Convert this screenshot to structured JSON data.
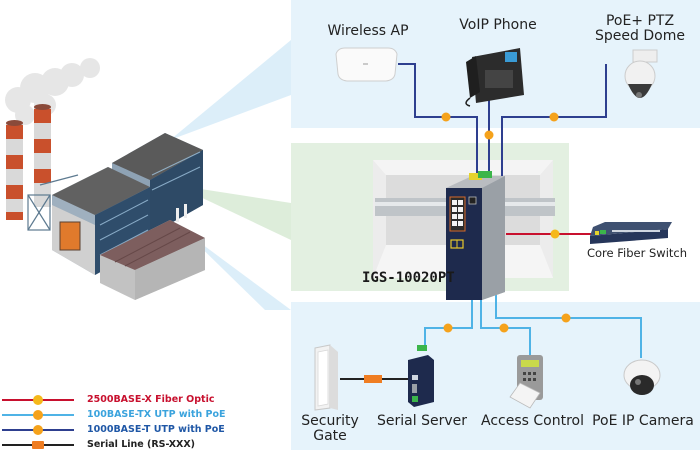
{
  "diagram": {
    "title": "IGS-10020PT industrial PoE switch application diagram",
    "switch_model": "IGS-10020PT",
    "top_devices": [
      {
        "id": "wireless-ap",
        "label": "Wireless AP",
        "link": "1000BASE-T UTP with PoE",
        "badge": "PoE"
      },
      {
        "id": "voip-phone",
        "label": "VoIP Phone",
        "link": "1000BASE-T UTP with PoE",
        "badge": "PoE"
      },
      {
        "id": "ptz-speed-dome",
        "label_line1": "PoE+ PTZ",
        "label_line2": "Speed Dome",
        "link": "1000BASE-T UTP with PoE",
        "badge": "PoE"
      }
    ],
    "uplink": {
      "id": "core-fiber-switch",
      "label": "Core Fiber Switch",
      "link": "2500BASE-X Fiber Optic",
      "badge": "2500"
    },
    "bottom_devices": [
      {
        "id": "security-gate",
        "label_line1": "Security",
        "label_line2": "Gate",
        "link": "Serial Line (RS-XXX)",
        "badge": "IOIOI"
      },
      {
        "id": "serial-server",
        "label": "Serial Server",
        "link": "100BASE-TX UTP with PoE",
        "badge": "PoE"
      },
      {
        "id": "access-control",
        "label": "Access Control",
        "link": "100BASE-TX UTP with PoE",
        "badge": "PoE"
      },
      {
        "id": "poe-ip-camera",
        "label": "PoE IP Camera",
        "link": "100BASE-TX UTP with PoE",
        "badge": "PoE"
      }
    ],
    "site": "Factory / industrial plant"
  },
  "legend": [
    {
      "label": "2500BASE-X Fiber Optic",
      "line_color": "#c8102e",
      "text_color": "#c8102e",
      "badge": "2500"
    },
    {
      "label": "100BASE-TX UTP with PoE",
      "line_color": "#4fb3e6",
      "text_color": "#3aa3dd",
      "badge": "PoE"
    },
    {
      "label": "1000BASE-T UTP with PoE",
      "line_color": "#2e3f8f",
      "text_color": "#1f57a6",
      "badge": "PoE"
    },
    {
      "label": "Serial Line (RS-XXX)",
      "line_color": "#222222",
      "text_color": "#222222",
      "badge": "IOIOI"
    }
  ],
  "colors": {
    "fiber": "#c8102e",
    "utp_100": "#4fb3e6",
    "utp_1000": "#2e3f8f",
    "serial": "#222222",
    "badge_poe": "#f5a21b",
    "badge_serial": "#ef7d22",
    "panel_blue": "#e6f3fb",
    "panel_green": "#e3f0e1"
  }
}
